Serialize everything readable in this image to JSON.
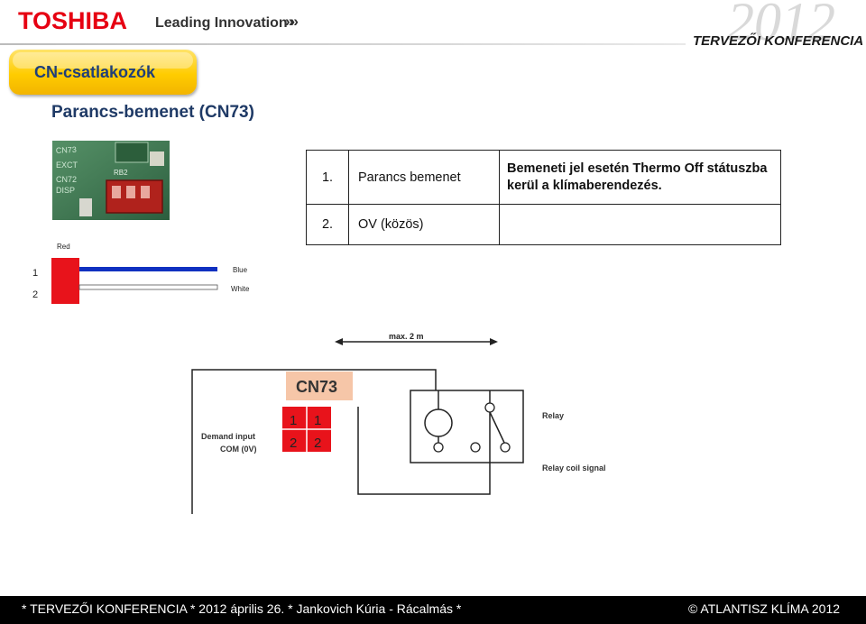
{
  "header": {
    "logo": "TOSHIBA",
    "tagline": "Leading Innovation",
    "tagline_arrows": "»»",
    "year": "2012",
    "conference": "TERVEZŐI KONFERENCIA"
  },
  "section": {
    "badge": "CN-csatlakozók",
    "subtitle": "Parancs-bemenet (CN73)"
  },
  "table": {
    "rows": [
      {
        "num": "1.",
        "name": "Parancs bemenet",
        "desc": "Bemeneti jel esetén Thermo Off státuszba kerül a klímaberendezés."
      },
      {
        "num": "2.",
        "name": "OV (közös)",
        "desc": ""
      }
    ]
  },
  "wiring": {
    "connector_color_label": "Red",
    "pin1": "1",
    "pin2": "2",
    "wire1_label": "Blue",
    "wire2_label": "White",
    "wire1_color": "#1030c0",
    "connector_color": "#e8131b"
  },
  "schematic": {
    "distance_label": "max. 2 m",
    "connector_name": "CN73",
    "pins": [
      "1",
      "1",
      "2",
      "2"
    ],
    "demand_input": "Demand input",
    "com_label": "COM (0V)",
    "relay_label": "Relay",
    "relay_coil_label": "Relay coil signal"
  },
  "footer": {
    "left": "* TERVEZŐI KONFERENCIA *  2012 április 26.  * Jankovich Kúria - Rácalmás  *",
    "right": "© ATLANTISZ KLÍMA 2012"
  }
}
